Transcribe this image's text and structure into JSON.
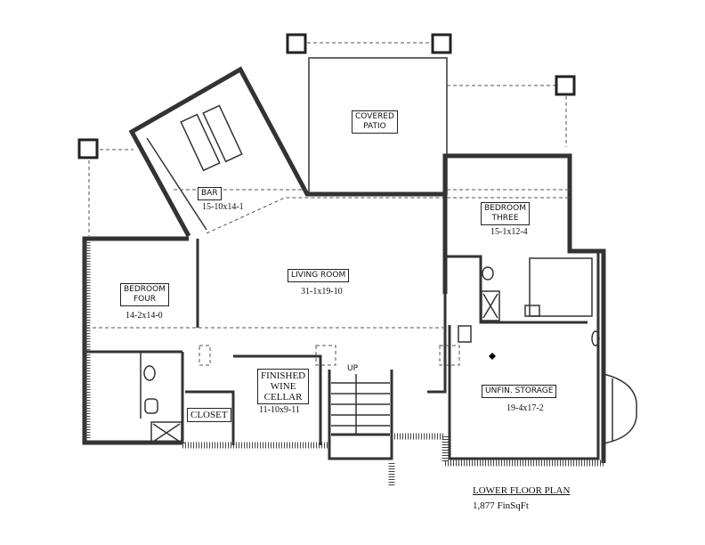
{
  "rooms": {
    "covered_patio": {
      "name_line1": "COVERED",
      "name_line2": "PATIO"
    },
    "bar": {
      "name": "BAR",
      "size": "15-10x14-1"
    },
    "bedroom_three": {
      "name_line1": "BEDROOM",
      "name_line2": "THREE",
      "size": "15-1x12-4"
    },
    "living_room": {
      "name": "LIVING ROOM",
      "size": "31-1x19-10"
    },
    "bedroom_four": {
      "name_line1": "BEDROOM",
      "name_line2": "FOUR",
      "size": "14-2x14-0"
    },
    "wine_cellar": {
      "name_line1": "FINISHED",
      "name_line2": "WINE",
      "name_line3": "CELLAR",
      "size": "11-10x9-11"
    },
    "closet": {
      "name": "CLOSET"
    },
    "unfin_storage": {
      "name": "UNFIN. STORAGE",
      "size": "19-4x17-2"
    }
  },
  "stairs": {
    "label": "UP"
  },
  "plan": {
    "title": "LOWER FLOOR PLAN",
    "area": "1,877 FinSqFt"
  }
}
